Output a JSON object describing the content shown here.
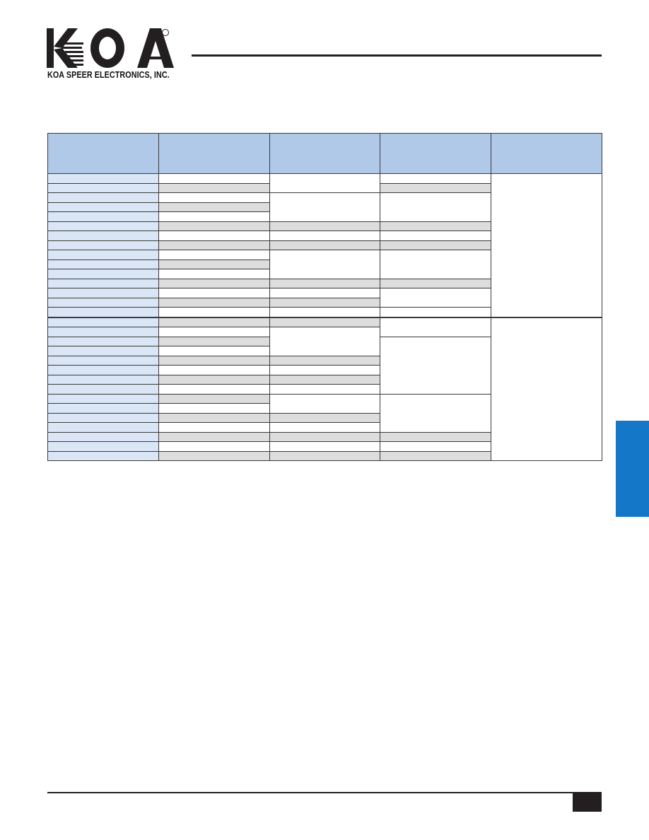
{
  "brand": {
    "logo_text": "KOA",
    "registered_mark": "®",
    "company_name": "KOA SPEER ELECTRONICS, INC.",
    "brand_color": "#231f20",
    "accent_color": "#1577c7"
  },
  "table": {
    "header_color": "#b1c9e8",
    "label_column_color": "#dae6f6",
    "shaded_row_color": "#dddddd",
    "column_count": 5,
    "row_count": 30
  }
}
